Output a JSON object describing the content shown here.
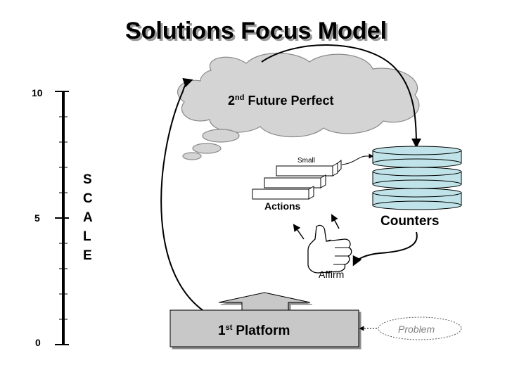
{
  "title": "Solutions Focus Model",
  "scale": {
    "letters": [
      "S",
      "C",
      "A",
      "L",
      "E"
    ],
    "ticks": [
      {
        "label": "10",
        "value": 10
      },
      {
        "label": "5",
        "value": 5
      },
      {
        "label": "0",
        "value": 0
      }
    ]
  },
  "future_perfect": {
    "num": "2",
    "sup": "nd",
    "text": "Future Perfect"
  },
  "platform": {
    "num": "1",
    "sup": "st",
    "text": "Platform"
  },
  "actions": {
    "label": "Actions",
    "small_label": "Small"
  },
  "counters": {
    "label": "Counters"
  },
  "affirm": {
    "label": "Affirm"
  },
  "problem": {
    "label": "Problem"
  },
  "colors": {
    "cloud": "#d4d4d4",
    "platform": "#c8c8c8",
    "counters": "#bfe3e8",
    "problem_text": "#808080"
  }
}
